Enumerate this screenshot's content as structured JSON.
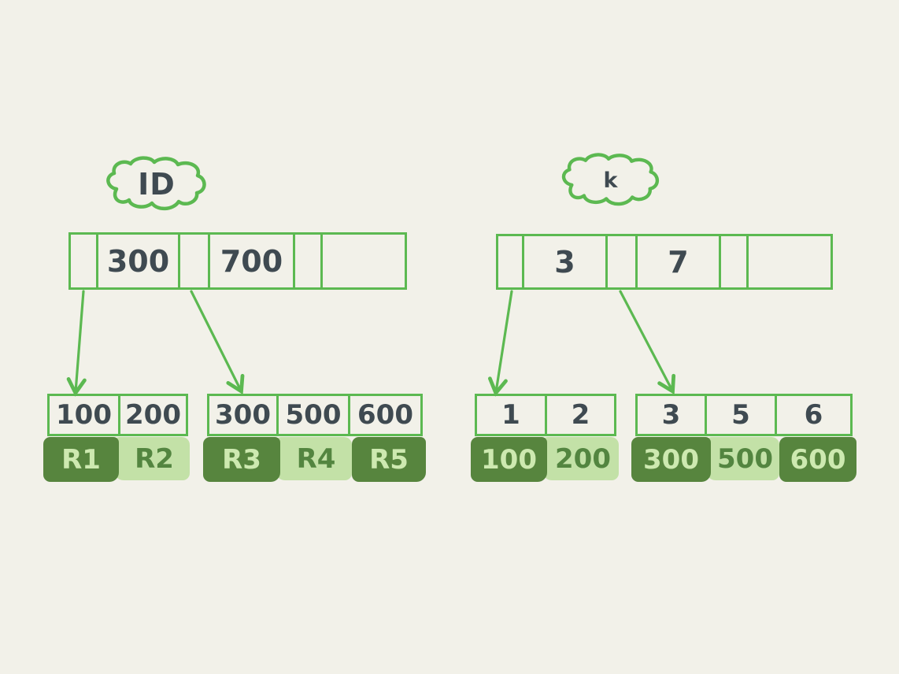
{
  "colors": {
    "background": "#f2f1e9",
    "stroke_green": "#5cb951",
    "dark_green": "#57853e",
    "light_green": "#c3e1a7",
    "ink": "#3f4a51",
    "text_on_dark": "#cde9b0",
    "text_on_light": "#538540"
  },
  "trees": [
    {
      "label": "ID",
      "root_cells": [
        "",
        "300",
        "",
        "700",
        "",
        ""
      ],
      "leaves": [
        {
          "keys": [
            "100",
            "200"
          ],
          "values": [
            {
              "text": "R1",
              "tone": "dark"
            },
            {
              "text": "R2",
              "tone": "light"
            }
          ]
        },
        {
          "keys": [
            "300",
            "500",
            "600"
          ],
          "values": [
            {
              "text": "R3",
              "tone": "dark"
            },
            {
              "text": "R4",
              "tone": "light"
            },
            {
              "text": "R5",
              "tone": "dark"
            }
          ]
        }
      ]
    },
    {
      "label": "k",
      "root_cells": [
        "",
        "3",
        "",
        "7",
        "",
        ""
      ],
      "leaves": [
        {
          "keys": [
            "1",
            "2"
          ],
          "values": [
            {
              "text": "100",
              "tone": "dark"
            },
            {
              "text": "200",
              "tone": "light"
            }
          ]
        },
        {
          "keys": [
            "3",
            "5",
            "6"
          ],
          "values": [
            {
              "text": "300",
              "tone": "dark"
            },
            {
              "text": "500",
              "tone": "light"
            },
            {
              "text": "600",
              "tone": "dark"
            }
          ]
        }
      ]
    }
  ]
}
